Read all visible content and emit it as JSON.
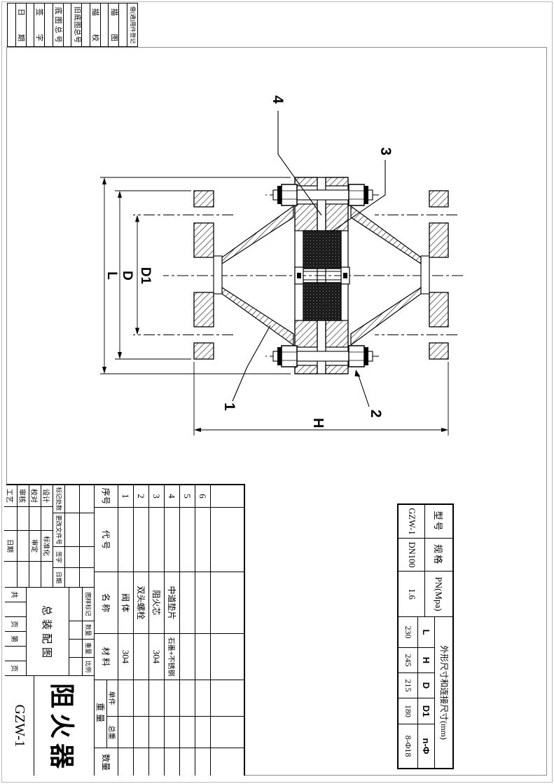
{
  "margin_strip": {
    "rows": [
      "借(通)用件登记",
      "",
      "描图",
      "",
      "描校",
      "",
      "旧底图总号",
      "",
      "底图总号",
      "",
      "签字",
      "",
      "日期",
      ""
    ]
  },
  "drawing": {
    "callout_1": "1",
    "callout_2": "2",
    "callout_3": "3",
    "callout_4": "4",
    "dim_h": "H",
    "dim_l": "L",
    "dim_d": "D",
    "dim_d1": "D1"
  },
  "spec_table": {
    "model_label": "型号",
    "model": "GZW-1",
    "spec_label": "规格",
    "spec": "DN100",
    "pn_label": "PN(Mpa)",
    "pn": "1.6",
    "dims_label": "外形尺寸和连接尺寸(mm)",
    "dims": [
      {
        "label": "L",
        "value": "230"
      },
      {
        "label": "H",
        "value": "245"
      },
      {
        "label": "D",
        "value": "215"
      },
      {
        "label": "D1",
        "value": "180"
      },
      {
        "label": "n-Φ",
        "value": "8-Φ18"
      }
    ]
  },
  "bom": {
    "no_label": "序号",
    "code_label": "代  号",
    "name_label": "名  称",
    "material_label": "材  料",
    "unit_label": "单件",
    "total_label": "总重",
    "weight_label": "重量",
    "qty_label": "数量",
    "rows": [
      {
        "no": "1",
        "code": "",
        "name": "阀 体",
        "material": "304",
        "qty": ""
      },
      {
        "no": "2",
        "code": "",
        "name": "双头螺栓",
        "material": "",
        "qty": ""
      },
      {
        "no": "3",
        "code": "",
        "name": "阻火芯",
        "material": "304",
        "qty": ""
      },
      {
        "no": "4",
        "code": "",
        "name": "中道垫片",
        "material": "石墨+不锈钢",
        "qty": ""
      },
      {
        "no": "5",
        "code": "",
        "name": "",
        "material": "",
        "qty": ""
      },
      {
        "no": "6",
        "code": "",
        "name": "",
        "material": "",
        "qty": ""
      }
    ]
  },
  "title_block": {
    "rev_headers": [
      "标记处数",
      "更改文件号",
      "签字",
      "日期"
    ],
    "row_design": {
      "label": "设计",
      "mid": "标准化"
    },
    "row_check": {
      "label": "校对",
      "mid": "审定"
    },
    "row_review": {
      "label": "审核",
      "mid": ""
    },
    "row_process": {
      "label": "工艺",
      "mid": "日期"
    },
    "marks": [
      "图样标记",
      "数量",
      "重量",
      "比例"
    ],
    "sheet": [
      "共",
      "页",
      "第",
      "页"
    ],
    "doc_type": "总装配图",
    "title": "阻火器",
    "drawing_no": "GZW-1"
  }
}
